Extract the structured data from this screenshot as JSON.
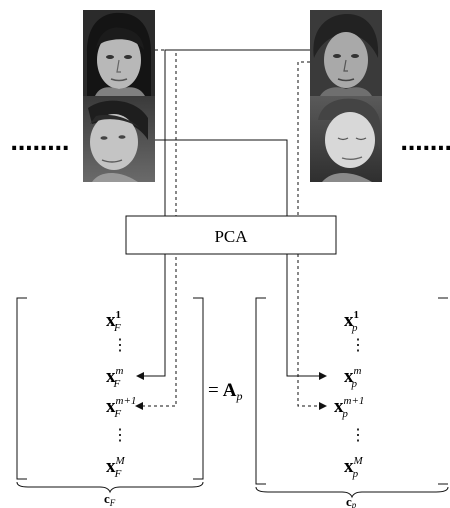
{
  "left_dots": "........",
  "right_dots": "........",
  "pca_label": "PCA",
  "equals": "=",
  "A_symbol": "A",
  "A_subscript": "p",
  "vdots": "⋮",
  "left_column": {
    "x_symbol": "x",
    "subscript": "F",
    "superscripts": [
      "1",
      "m",
      "m+1",
      "M"
    ],
    "brace_symbol": "c",
    "brace_subscript": "F"
  },
  "right_column": {
    "x_symbol": "x",
    "subscript": "p",
    "superscripts": [
      "1",
      "m",
      "m+1",
      "M"
    ],
    "brace_symbol": "c",
    "brace_subscript": "p"
  },
  "colors": {
    "stroke": "#111111",
    "box_fill": "#ffffff"
  }
}
